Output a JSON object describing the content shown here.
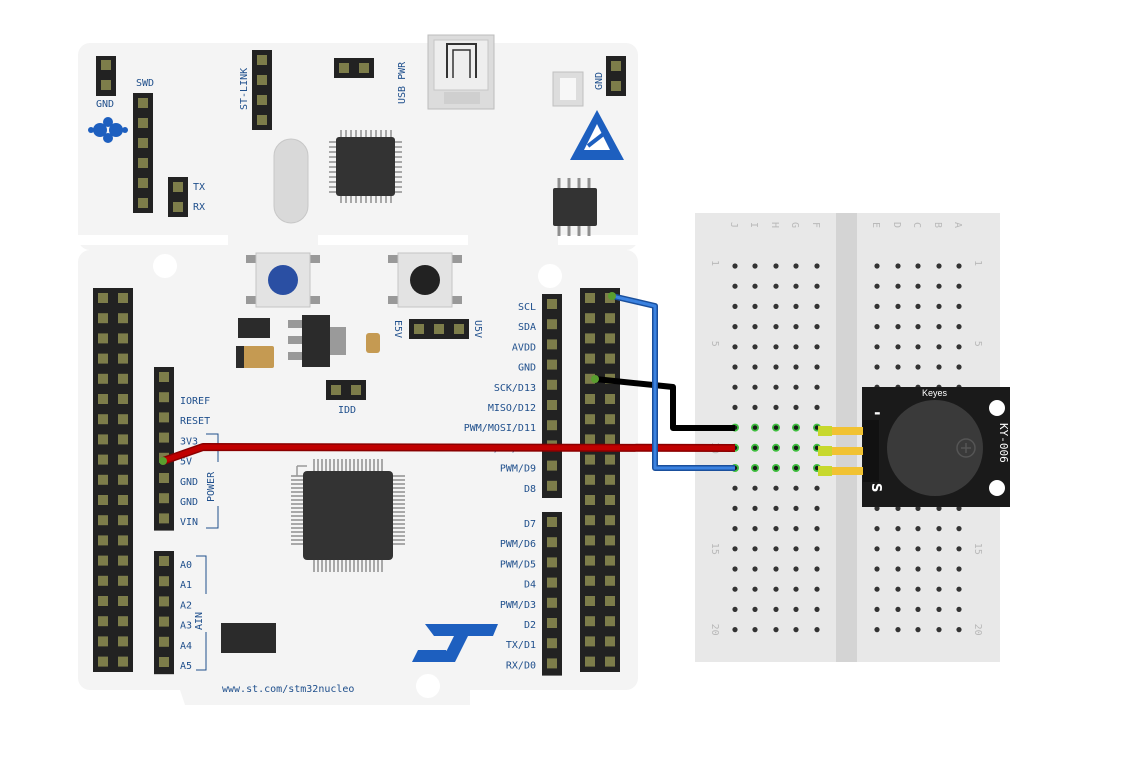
{
  "board": {
    "top_labels": {
      "gnd": "GND",
      "swd": "SWD",
      "st_link": "ST-LINK",
      "usb_pwr": "USB PWR",
      "gnd_right": "GND",
      "tx": "TX",
      "rx": "RX"
    },
    "power_labels": [
      "IOREF",
      "RESET",
      "3V3",
      "5V",
      "GND",
      "GND",
      "VIN"
    ],
    "power_group": "POWER",
    "ain_labels": [
      "A0",
      "A1",
      "A2",
      "A3",
      "A4",
      "A5"
    ],
    "ain_group": "AIN",
    "right_labels_upper": [
      "SCL",
      "SDA",
      "AVDD",
      "GND",
      "SCK/D13",
      "MISO/D12",
      "PWM/MOSI/D11",
      "PWM/CS/D10",
      "PWM/D9",
      "D8"
    ],
    "right_labels_lower": [
      "D7",
      "PWM/D6",
      "PWM/D5",
      "D4",
      "PWM/D3",
      "D2",
      "TX/D1",
      "RX/D0"
    ],
    "jumper_e5v": "E5V",
    "jumper_u5v": "U5V",
    "idd": "IDD",
    "url": "www.st.com/stm32nucleo",
    "colors": {
      "board": "#f4f4f4",
      "silk": "#1f4f8c",
      "st_logo": "#1d5fbf"
    }
  },
  "breadboard": {
    "col_letters_left": [
      "J",
      "I",
      "H",
      "G",
      "F"
    ],
    "col_letters_right": [
      "E",
      "D",
      "C",
      "B",
      "A"
    ],
    "row_numbers": [
      "1",
      "5",
      "10",
      "15",
      "20"
    ]
  },
  "module": {
    "brand": "Keyes",
    "model": "KY-006",
    "minus": "-",
    "signal": "S"
  },
  "wires": {
    "colors": {
      "5v": "#c00000",
      "gnd": "#111111",
      "signal": "#2a6fd6"
    }
  }
}
